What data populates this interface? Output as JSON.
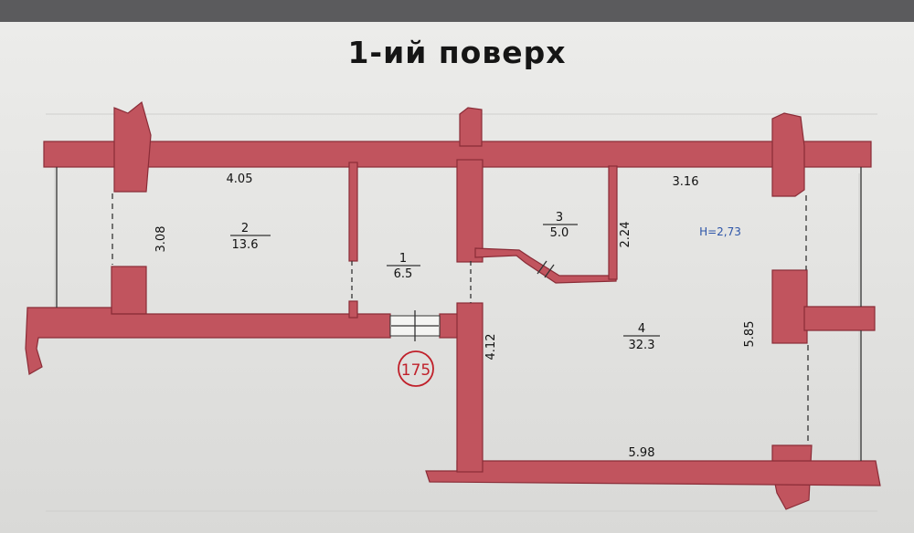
{
  "title": "1-ий поверх",
  "ceiling_height": "H=2,73",
  "stamp": "175",
  "dimensions": {
    "room2_width": "4.05",
    "room2_height": "3.08",
    "room3_height": "2.24",
    "room4_top_width": "3.16",
    "room4_left_height": "4.12",
    "room4_right_height": "5.85",
    "room4_bottom_width": "5.98"
  },
  "rooms": [
    {
      "number": "1",
      "area": "6.5"
    },
    {
      "number": "2",
      "area": "13.6"
    },
    {
      "number": "3",
      "area": "5.0"
    },
    {
      "number": "4",
      "area": "32.3"
    }
  ],
  "colors": {
    "wall": "#c1545e",
    "wall_outline": "#8a2c37",
    "stamp": "#c0202a",
    "height_label": "#2d55a8",
    "background": "#5b5b5d"
  }
}
